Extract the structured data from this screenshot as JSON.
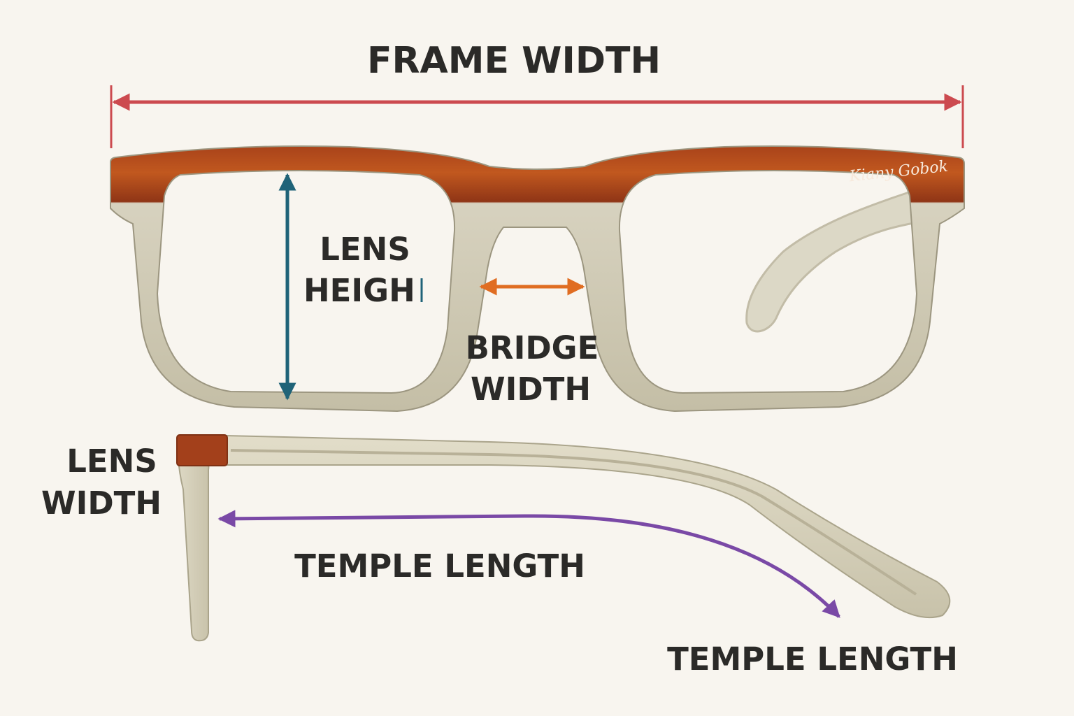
{
  "labels": {
    "frame_width": "FRAME WIDTH",
    "lens_height_line1": "LENS",
    "lens_height_line2": "HEIGH",
    "bridge_width_line1": "BRIDGE",
    "bridge_width_line2": "WIDTH",
    "lens_width_line1": "LENS",
    "lens_width_line2": "WIDTH",
    "temple_length_upper": "TEMPLE LENGTH",
    "temple_length_lower": "TEMPLE LENGTH"
  },
  "brand_mark": "Kiany Gobok",
  "colors": {
    "background": "#f8f5ef",
    "frame_top": "#b54d1f",
    "frame_bottom": "#c9c4ae",
    "frame_width_arrow": "#cc4a4f",
    "lens_height_arrow": "#1f6378",
    "bridge_width_arrow": "#e06d22",
    "temple_length_arrow": "#7a49a6",
    "label_text": "#2b2a28"
  }
}
